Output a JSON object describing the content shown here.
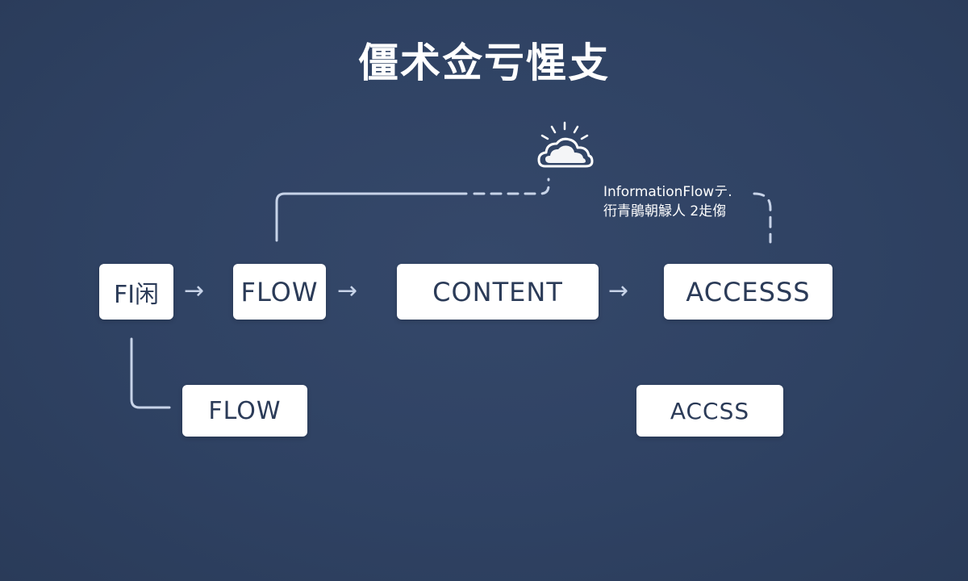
{
  "title": "僵术佥亏惺攴",
  "nodes": {
    "start": "FI闲",
    "flow_main": "FLOW",
    "content": "CONTENT",
    "access_main": "ACCESSS",
    "flow_branch": "FLOW",
    "access_branch": "ACCSS"
  },
  "arrow_glyph": "→",
  "annotation": {
    "line1": "InformationFlowテ.",
    "line2": "衎青鵑朝觮人 2歨㑳"
  },
  "icons": {
    "cloud": "cloud-icon"
  },
  "colors": {
    "background": "#2f4263",
    "node_fill": "#ffffff",
    "node_text": "#2b3b58",
    "connector": "#c7d3e8"
  }
}
